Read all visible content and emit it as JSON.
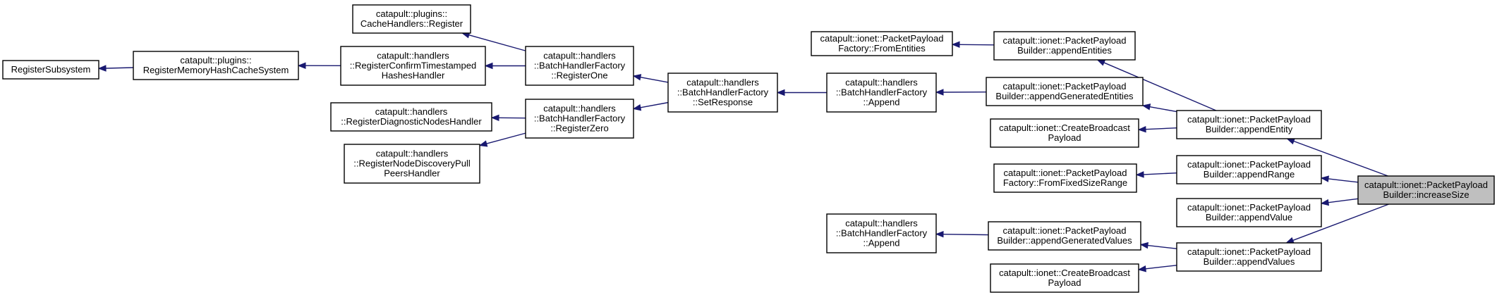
{
  "graph": {
    "type": "call-graph",
    "colors": {
      "edge": "#191970",
      "node_border": "#000000",
      "node_fill": "#ffffff",
      "root_fill": "#bfbfbf"
    },
    "nodes": [
      {
        "id": "n_register_subsystem",
        "lines": [
          "RegisterSubsystem"
        ]
      },
      {
        "id": "n_register_memory_hash",
        "lines": [
          "catapult::plugins::",
          "RegisterMemoryHashCacheSystem"
        ]
      },
      {
        "id": "n_cache_handlers_register",
        "lines": [
          "catapult::plugins::",
          "CacheHandlers::Register"
        ]
      },
      {
        "id": "n_register_confirm_ts",
        "lines": [
          "catapult::handlers",
          "::RegisterConfirmTimestamped",
          "HashesHandler"
        ]
      },
      {
        "id": "n_register_diagnostic",
        "lines": [
          "catapult::handlers",
          "::RegisterDiagnosticNodesHandler"
        ]
      },
      {
        "id": "n_register_node_discovery",
        "lines": [
          "catapult::handlers",
          "::RegisterNodeDiscoveryPull",
          "PeersHandler"
        ]
      },
      {
        "id": "n_register_one",
        "lines": [
          "catapult::handlers",
          "::BatchHandlerFactory",
          "::RegisterOne"
        ]
      },
      {
        "id": "n_register_zero",
        "lines": [
          "catapult::handlers",
          "::BatchHandlerFactory",
          "::RegisterZero"
        ]
      },
      {
        "id": "n_set_response",
        "lines": [
          "catapult::handlers",
          "::BatchHandlerFactory",
          "::SetResponse"
        ]
      },
      {
        "id": "n_append_1",
        "lines": [
          "catapult::handlers",
          "::BatchHandlerFactory",
          "::Append"
        ]
      },
      {
        "id": "n_append_2",
        "lines": [
          "catapult::handlers",
          "::BatchHandlerFactory",
          "::Append"
        ]
      },
      {
        "id": "n_factory_from_entities",
        "lines": [
          "catapult::ionet::PacketPayload",
          "Factory::FromEntities"
        ]
      },
      {
        "id": "n_append_entities",
        "lines": [
          "catapult::ionet::PacketPayload",
          "Builder::appendEntities"
        ]
      },
      {
        "id": "n_append_generated_entities",
        "lines": [
          "catapult::ionet::PacketPayload",
          "Builder::appendGeneratedEntities"
        ]
      },
      {
        "id": "n_create_broadcast_1",
        "lines": [
          "catapult::ionet::CreateBroadcast",
          "Payload"
        ]
      },
      {
        "id": "n_factory_from_fixed",
        "lines": [
          "catapult::ionet::PacketPayload",
          "Factory::FromFixedSizeRange"
        ]
      },
      {
        "id": "n_append_generated_values",
        "lines": [
          "catapult::ionet::PacketPayload",
          "Builder::appendGeneratedValues"
        ]
      },
      {
        "id": "n_create_broadcast_2",
        "lines": [
          "catapult::ionet::CreateBroadcast",
          "Payload"
        ]
      },
      {
        "id": "n_append_entity",
        "lines": [
          "catapult::ionet::PacketPayload",
          "Builder::appendEntity"
        ]
      },
      {
        "id": "n_append_range",
        "lines": [
          "catapult::ionet::PacketPayload",
          "Builder::appendRange"
        ]
      },
      {
        "id": "n_append_value",
        "lines": [
          "catapult::ionet::PacketPayload",
          "Builder::appendValue"
        ]
      },
      {
        "id": "n_append_values",
        "lines": [
          "catapult::ionet::PacketPayload",
          "Builder::appendValues"
        ]
      },
      {
        "id": "n_increase_size",
        "lines": [
          "catapult::ionet::PacketPayload",
          "Builder::increaseSize"
        ],
        "root": true
      }
    ],
    "edges": [
      {
        "from": "n_register_memory_hash",
        "to": "n_register_subsystem"
      },
      {
        "from": "n_register_confirm_ts",
        "to": "n_register_memory_hash"
      },
      {
        "from": "n_register_one",
        "to": "n_cache_handlers_register"
      },
      {
        "from": "n_register_one",
        "to": "n_register_confirm_ts"
      },
      {
        "from": "n_register_zero",
        "to": "n_register_diagnostic"
      },
      {
        "from": "n_register_zero",
        "to": "n_register_node_discovery"
      },
      {
        "from": "n_set_response",
        "to": "n_register_one"
      },
      {
        "from": "n_set_response",
        "to": "n_register_zero"
      },
      {
        "from": "n_append_1",
        "to": "n_set_response"
      },
      {
        "from": "n_append_entities",
        "to": "n_factory_from_entities"
      },
      {
        "from": "n_append_generated_entities",
        "to": "n_append_1"
      },
      {
        "from": "n_append_entity",
        "to": "n_append_entities"
      },
      {
        "from": "n_append_entity",
        "to": "n_append_generated_entities"
      },
      {
        "from": "n_append_entity",
        "to": "n_create_broadcast_1"
      },
      {
        "from": "n_append_range",
        "to": "n_factory_from_fixed"
      },
      {
        "from": "n_append_generated_values",
        "to": "n_append_2"
      },
      {
        "from": "n_append_values",
        "to": "n_append_generated_values"
      },
      {
        "from": "n_append_values",
        "to": "n_create_broadcast_2"
      },
      {
        "from": "n_increase_size",
        "to": "n_append_entity"
      },
      {
        "from": "n_increase_size",
        "to": "n_append_range"
      },
      {
        "from": "n_increase_size",
        "to": "n_append_value"
      },
      {
        "from": "n_increase_size",
        "to": "n_append_values"
      }
    ]
  }
}
